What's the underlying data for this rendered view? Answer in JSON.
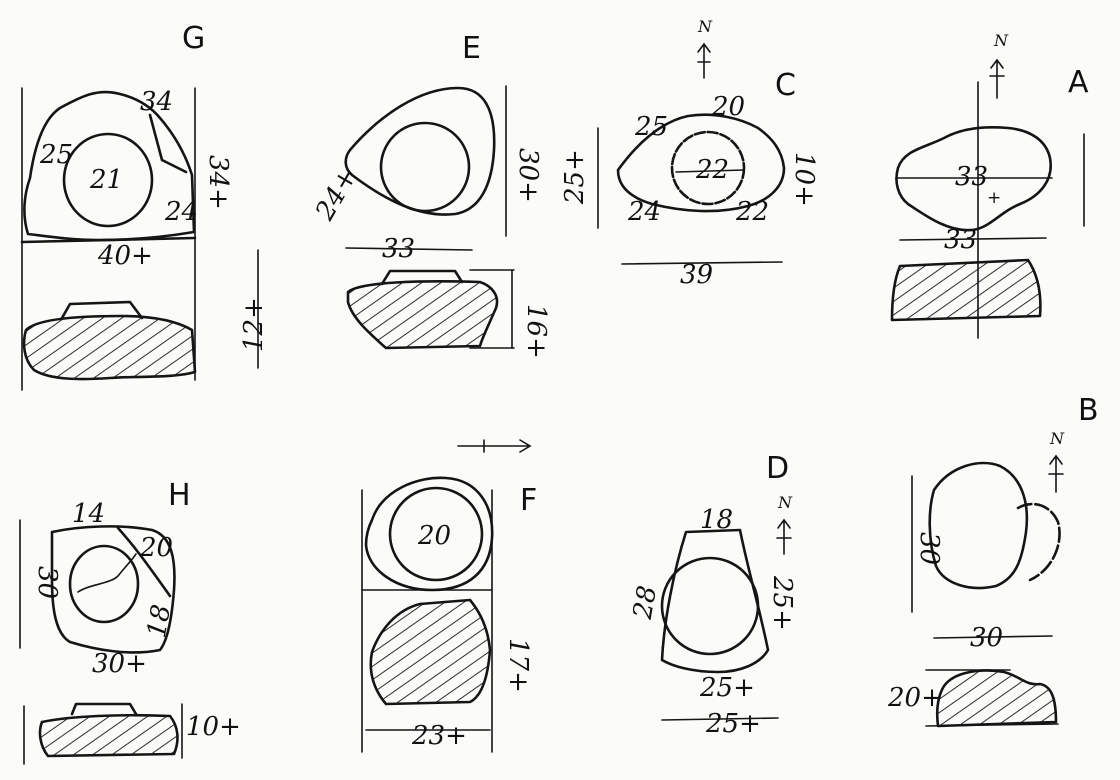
{
  "stones": [
    {
      "id": "G",
      "plan_labels": [
        "25",
        "34",
        "21",
        "24",
        "34+"
      ],
      "width_label": "40+",
      "section_height_label": "12+"
    },
    {
      "id": "E",
      "plan_labels": [
        "30+",
        "24+"
      ],
      "width_label": "33",
      "section_height_label": "16+"
    },
    {
      "id": "C",
      "north": "N",
      "plan_labels": [
        "25",
        "20",
        "22",
        "10+",
        "24",
        "22",
        "25+"
      ],
      "width_label": "39"
    },
    {
      "id": "A",
      "north": "N",
      "plan_labels": [
        "33",
        "+"
      ],
      "width_label": "33"
    },
    {
      "id": "H",
      "plan_labels": [
        "14",
        "20",
        "18",
        "30",
        "30+"
      ],
      "section_height_label": "10+"
    },
    {
      "id": "F",
      "plan_labels": [
        "20",
        "17+"
      ],
      "width_label": "23+"
    },
    {
      "id": "D",
      "north": "N",
      "plan_labels": [
        "18",
        "28",
        "25+",
        "25+"
      ],
      "width_label": "25+"
    },
    {
      "id": "B",
      "north": "N",
      "plan_labels": [
        "30"
      ],
      "width_label": "30",
      "section_height_label": "20+"
    }
  ],
  "palette": {
    "ink": "#151515",
    "paper": "#fbfbf9"
  }
}
